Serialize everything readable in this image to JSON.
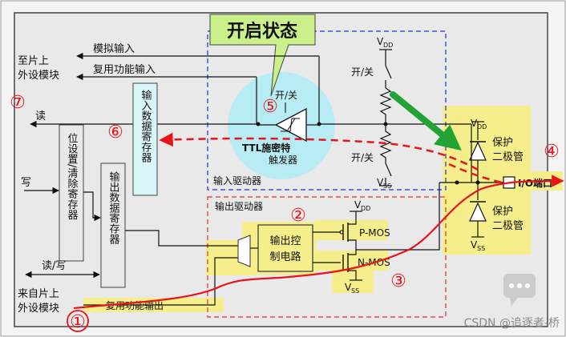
{
  "labels": {
    "open_state": "开启状态",
    "to_chip_line1": "至片上",
    "to_chip_line2": "外设模块",
    "analog_input": "模拟输入",
    "alt_func_input": "复用功能输入",
    "read": "读",
    "write": "写",
    "read_write": "读/写",
    "from_chip_line1": "来自片上",
    "from_chip_line2": "外设模块",
    "alt_func_output": "复用功能输出",
    "bsrr": "位设置/清除寄存器",
    "odr": "输出数据寄存器",
    "idr": "输入数据寄存器",
    "on_off_1": "开/关",
    "on_off_2": "开/关",
    "on_off_3": "开/关",
    "vdd": "VDD",
    "vss": "VSS",
    "vdd_sub": "DD",
    "vss_sub": "SS",
    "v_prefix": "V",
    "schmitt_line1": "TTL施密特",
    "schmitt_line2": "触发器",
    "input_driver": "输入驱动器",
    "output_driver": "输出驱动器",
    "output_control_line1": "输出控",
    "output_control_line2": "制电路",
    "pmos": "P-MOS",
    "nmos": "N-MOS",
    "protect_diode_line1": "保护",
    "protect_diode_line2": "二极管",
    "io_port": "I/O端口",
    "watermark": "CSDN @追逐者-桥"
  },
  "markers": [
    "①",
    "②",
    "③",
    "④",
    "⑤",
    "⑥",
    "⑦"
  ],
  "colors": {
    "highlight": "#f6ee8a",
    "open_state_box": "#c9f08a",
    "trigger_circle": "#b7ecf4",
    "idr_box": "#d8f5f8",
    "input_driver_border": "#2230d8",
    "output_driver_border": "#e03030",
    "red_path": "#e8141b",
    "green_arrow": "#22a335",
    "panel_bg": "#e9e9e9"
  }
}
